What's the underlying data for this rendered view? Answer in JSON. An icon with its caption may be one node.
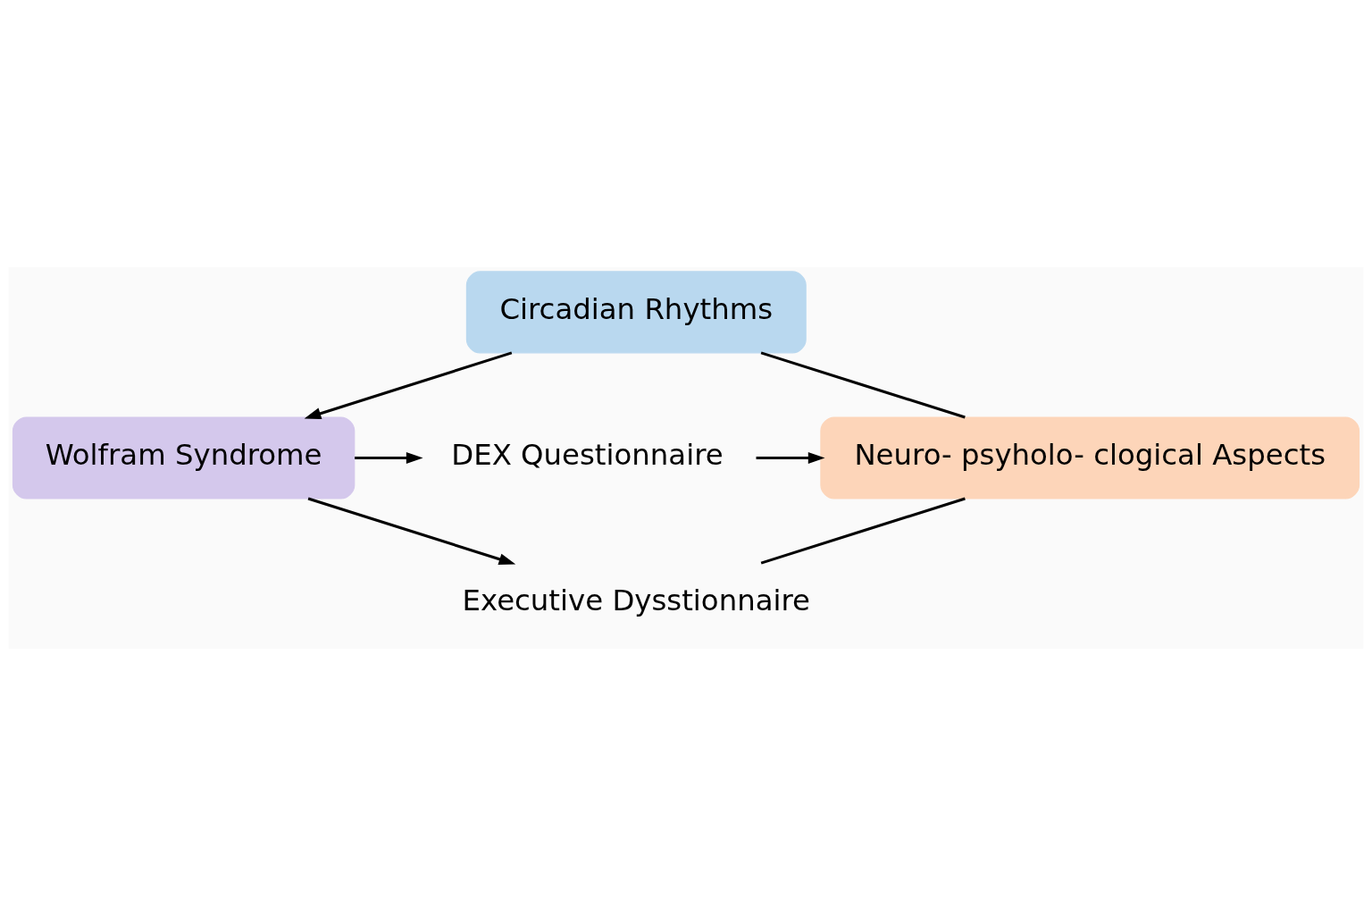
{
  "diagram": {
    "nodes": [
      {
        "text": [
          "Circadian Rhythms"
        ]
      },
      {
        "text": [
          "Wolfram Syndrome"
        ]
      },
      {
        "text": [
          "DEX Questionnaire"
        ]
      },
      {
        "text": [
          "Neuro- psyholo- clogical Aspects"
        ]
      },
      {
        "text": [
          "Executive Dysstionnaire"
        ]
      }
    ],
    "edges": [
      {
        "from": 0,
        "to": 1,
        "arrow": "to"
      },
      {
        "from": 0,
        "to": 3,
        "arrow": "none"
      },
      {
        "from": 1,
        "to": 2,
        "arrow": "to"
      },
      {
        "from": 2,
        "to": 3,
        "arrow": "to"
      },
      {
        "from": 1,
        "to": 4,
        "arrow": "to"
      },
      {
        "from": 3,
        "to": 4,
        "arrow": "none"
      }
    ]
  }
}
